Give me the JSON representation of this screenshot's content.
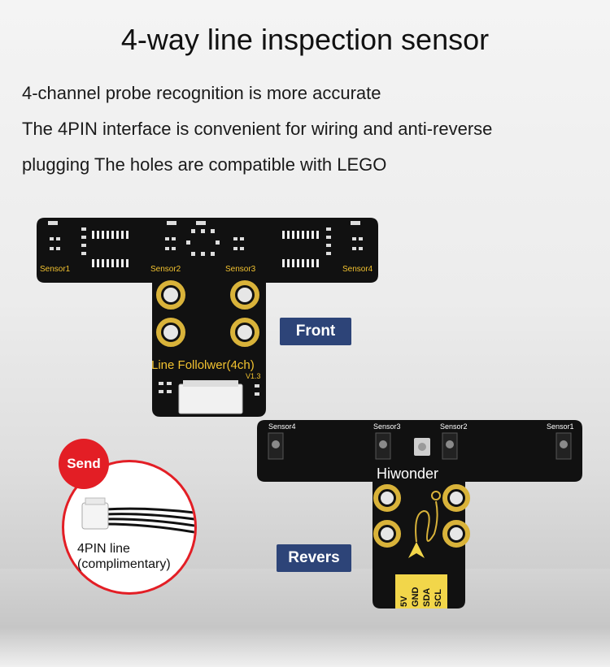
{
  "title": "4-way line inspection sensor",
  "description": [
    "4-channel probe recognition is more accurate",
    "The 4PIN interface is convenient for wiring and anti-reverse",
    "plugging  The holes are compatible with LEGO"
  ],
  "front_board": {
    "sensor_labels": [
      "Sensor1",
      "Sensor2",
      "Sensor3",
      "Sensor4"
    ],
    "name": "Line Follolwer(4ch)",
    "version": "V1.3"
  },
  "back_board": {
    "sensor_labels": [
      "Sensor4",
      "Sensor3",
      "Sensor2",
      "Sensor1"
    ],
    "brand": "Hiwonder",
    "pins": [
      "5V",
      "GND",
      "SDA",
      "SCL"
    ]
  },
  "tags": {
    "front": "Front",
    "reverse": "Revers"
  },
  "accessory": {
    "badge": "Send",
    "label_line1": "4PIN line",
    "label_line2": "(complimentary)"
  },
  "colors": {
    "pcb": "#111111",
    "gold": "#d9b33a",
    "tag_bg": "#2d4478",
    "badge_red": "#e31e25"
  }
}
